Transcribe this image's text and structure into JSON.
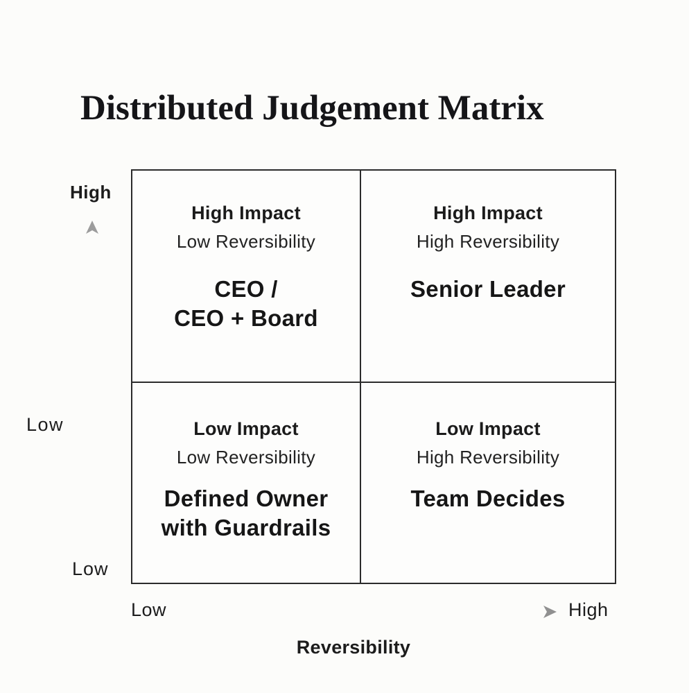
{
  "title": "Distributed Judgement Matrix",
  "quadrants": {
    "top_left": {
      "impact": "High Impact",
      "reversibility": "Low Reversibility",
      "owner_line1": "CEO /",
      "owner_line2": "CEO + Board"
    },
    "top_right": {
      "impact": "High Impact",
      "reversibility": "High Reversibility",
      "owner_line1": "Senior Leader",
      "owner_line2": ""
    },
    "bottom_left": {
      "impact": "Low Impact",
      "reversibility": "Low Reversibility",
      "owner_line1": "Defined Owner",
      "owner_line2": "with Guardrails"
    },
    "bottom_right": {
      "impact": "Low Impact",
      "reversibility": "High Reversibility",
      "owner_line1": "Team Decides",
      "owner_line2": ""
    }
  },
  "y_axis": {
    "top_label": "High",
    "mid_label": "Low",
    "bottom_label": "Low"
  },
  "x_axis": {
    "left_label": "Low",
    "right_label": "High",
    "axis_title": "Reversibility"
  },
  "colors": {
    "background": "#fcfcfa",
    "text": "#1c1c1c",
    "border": "#2b2b2b",
    "arrow": "#9c9c9c"
  }
}
